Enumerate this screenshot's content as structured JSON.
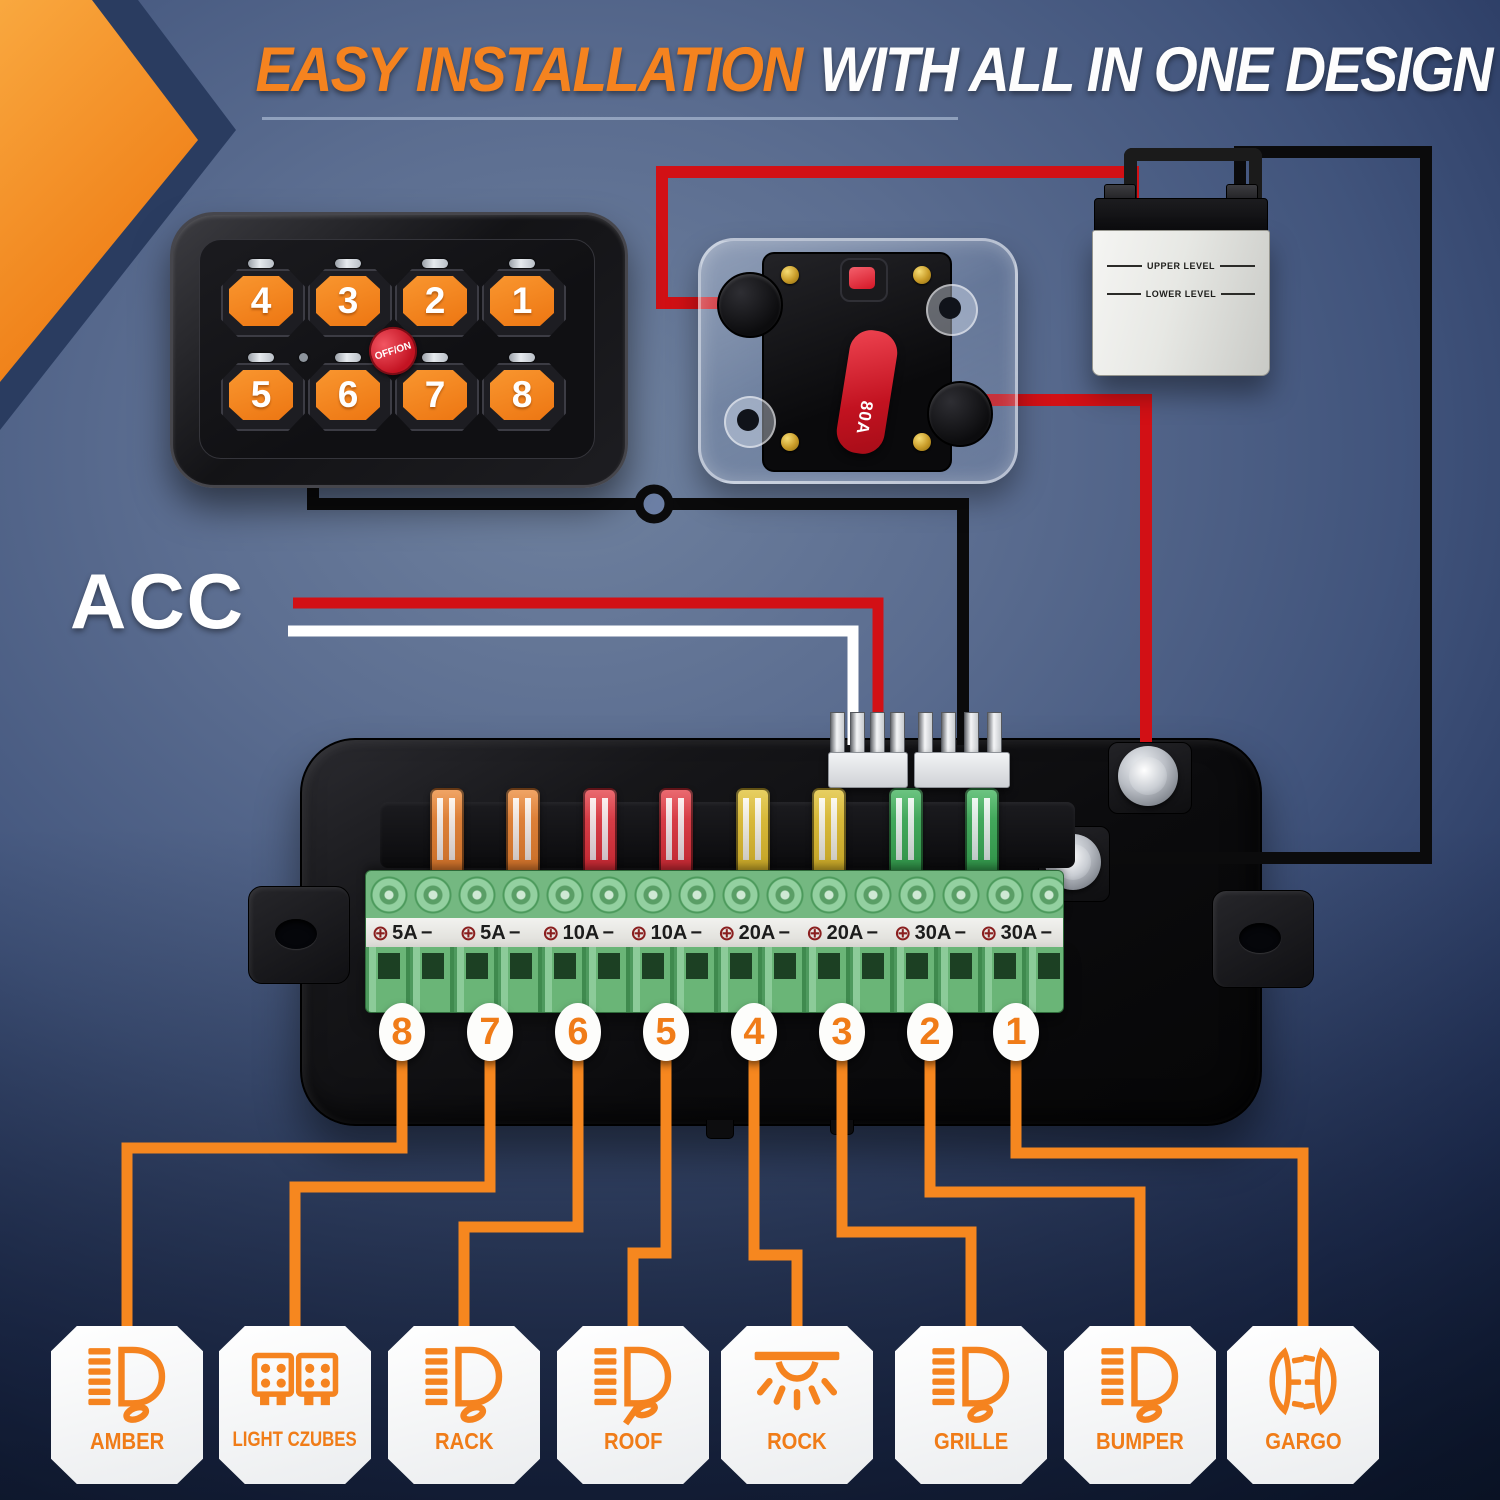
{
  "title": {
    "highlight": "EASY INSTALLATION",
    "rest": "WITH ALL IN ONE DESIGN"
  },
  "acc": {
    "label": "ACC"
  },
  "switch_panel": {
    "buttons_top": [
      "4",
      "3",
      "2",
      "1"
    ],
    "buttons_bottom": [
      "5",
      "6",
      "7",
      "8"
    ],
    "power_button": "OFF/ON"
  },
  "circuit_breaker": {
    "rating": "80A"
  },
  "battery": {
    "upper_label": "UPPER LEVEL",
    "lower_label": "LOWER LEVEL"
  },
  "fuse_box": {
    "taps": [
      {
        "plus": "⊕",
        "amp": "5A",
        "minus": "−"
      },
      {
        "plus": "⊕",
        "amp": "5A",
        "minus": "−"
      },
      {
        "plus": "⊕",
        "amp": "10A",
        "minus": "−"
      },
      {
        "plus": "⊕",
        "amp": "10A",
        "minus": "−"
      },
      {
        "plus": "⊕",
        "amp": "20A",
        "minus": "−"
      },
      {
        "plus": "⊕",
        "amp": "20A",
        "minus": "−"
      },
      {
        "plus": "⊕",
        "amp": "30A",
        "minus": "−"
      },
      {
        "plus": "⊕",
        "amp": "30A",
        "minus": "−"
      }
    ]
  },
  "outputs": [
    {
      "number": "8",
      "label": "AMBER",
      "icon": "headlight-icon",
      "icon_ref": "#ic-headlight"
    },
    {
      "number": "7",
      "label": "LIGHT CZUBES",
      "icon": "light-cubes-icon",
      "icon_ref": "#ic-cubes"
    },
    {
      "number": "6",
      "label": "RACK",
      "icon": "headlight-icon",
      "icon_ref": "#ic-headlight"
    },
    {
      "number": "5",
      "label": "ROOF",
      "icon": "roof-light-icon",
      "icon_ref": "#ic-roof"
    },
    {
      "number": "4",
      "label": "ROCK",
      "icon": "rock-light-icon",
      "icon_ref": "#ic-rock"
    },
    {
      "number": "3",
      "label": "GRILLE",
      "icon": "headlight-icon",
      "icon_ref": "#ic-headlight"
    },
    {
      "number": "2",
      "label": "BUMPER",
      "icon": "headlight-icon",
      "icon_ref": "#ic-headlight"
    },
    {
      "number": "1",
      "label": "GARGO",
      "icon": "cargo-light-icon",
      "icon_ref": "#ic-cargo"
    }
  ],
  "colors": {
    "accent_orange": "#f5831f",
    "wire_red": "#d21015",
    "wire_black": "#0b0b0c",
    "wire_white": "#ffffff",
    "wire_orange": "#f6871f",
    "fuse_colors": [
      "orange",
      "orange",
      "red",
      "red",
      "yellow",
      "yellow",
      "green",
      "green"
    ]
  }
}
